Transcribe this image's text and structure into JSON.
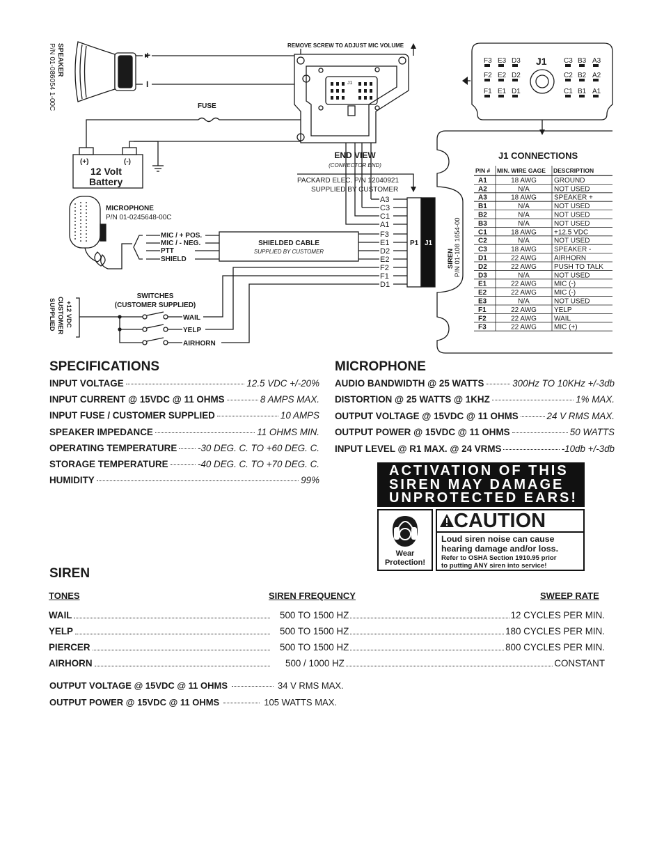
{
  "diagram": {
    "speaker_label": "SPEAKER",
    "speaker_pn": "P/N 01-086054 1-00C",
    "plus": "+",
    "minus": "I",
    "fuse": "FUSE",
    "battery_pos": "(+)",
    "battery_neg": "(-)",
    "battery_line1": "12 Volt",
    "battery_line2": "Battery",
    "mic_label": "MICROPHONE",
    "mic_pn": "P/N 01-0245648-00C",
    "mic_wires": [
      "MIC / + POS.",
      "MIC / - NEG.",
      "PTT",
      "SHIELD"
    ],
    "shielded_cable": "SHIELDED CABLE",
    "shielded_sub": "SUPPLIED BY CUSTOMER",
    "switches_line1": "SWITCHES",
    "switches_line2": "(CUSTOMER SUPPLIED)",
    "supply_line1": "+12 VDC",
    "supply_line2": "CUSTOMER",
    "supply_line3": "SUPPLIED",
    "switch_labels": [
      "WAIL",
      "YELP",
      "AIRHORN"
    ],
    "remove_screw": "REMOVE SCREW TO ADJUST MIC VOLUME",
    "mini_j1": "J1",
    "end_view": "END VIEW",
    "end_view_sub": "(CONNECTOR END)",
    "packard_line1": "PACKARD ELEC. P/N 12040921",
    "packard_line2": "SUPPLIED BY CUSTOMER",
    "pins": [
      "A3",
      "C3",
      "C1",
      "A1",
      "F3",
      "E1",
      "D2",
      "E2",
      "F2",
      "F1",
      "D1"
    ],
    "p1": "P1",
    "j1": "J1",
    "siren_label": "SIREN",
    "siren_pn": "P/N 01-108 1654-00",
    "connector_j1": "J1",
    "conn_rows": [
      [
        "F3",
        "E3",
        "D3",
        "C3",
        "B3",
        "A3"
      ],
      [
        "F2",
        "E2",
        "D2",
        "C2",
        "B2",
        "A2"
      ],
      [
        "F1",
        "E1",
        "D1",
        "C1",
        "B1",
        "A1"
      ]
    ],
    "j1_connections_title": "J1 CONNECTIONS",
    "j1_table_headers": [
      "PIN #",
      "MIN. WIRE GAGE",
      "DESCRIPTION"
    ],
    "j1_table": [
      [
        "A1",
        "18 AWG",
        "GROUND"
      ],
      [
        "A2",
        "N/A",
        "NOT USED"
      ],
      [
        "A3",
        "18 AWG",
        "SPEAKER +"
      ],
      [
        "B1",
        "N/A",
        "NOT USED"
      ],
      [
        "B2",
        "N/A",
        "NOT USED"
      ],
      [
        "B3",
        "N/A",
        "NOT USED"
      ],
      [
        "C1",
        "18 AWG",
        "+12.5 VDC"
      ],
      [
        "C2",
        "N/A",
        "NOT USED"
      ],
      [
        "C3",
        "18 AWG",
        "SPEAKER -"
      ],
      [
        "D1",
        "22 AWG",
        "AIRHORN"
      ],
      [
        "D2",
        "22 AWG",
        "PUSH TO TALK"
      ],
      [
        "D3",
        "N/A",
        "NOT USED"
      ],
      [
        "E1",
        "22 AWG",
        "MIC (-)"
      ],
      [
        "E2",
        "22 AWG",
        "MIC (-)"
      ],
      [
        "E3",
        "N/A",
        "NOT USED"
      ],
      [
        "F1",
        "22 AWG",
        "YELP"
      ],
      [
        "F2",
        "22 AWG",
        "WAIL"
      ],
      [
        "F3",
        "22 AWG",
        "MIC (+)"
      ]
    ]
  },
  "specifications": {
    "title": "SPECIFICATIONS",
    "rows": [
      {
        "label": "INPUT VOLTAGE",
        "value": "12.5 VDC +/-20%"
      },
      {
        "label": "INPUT CURRENT @ 15VDC @ 11 OHMS",
        "value": "8 AMPS MAX."
      },
      {
        "label": "INPUT FUSE / CUSTOMER SUPPLIED",
        "value": "10 AMPS"
      },
      {
        "label": "SPEAKER IMPEDANCE",
        "value": "11 OHMS MIN."
      },
      {
        "label": "OPERATING TEMPERATURE",
        "value": "-30 DEG. C. TO +60 DEG. C."
      },
      {
        "label": "STORAGE TEMPERATURE",
        "value": "-40 DEG. C. TO +70 DEG. C."
      },
      {
        "label": "HUMIDITY",
        "value": "99%"
      }
    ]
  },
  "microphone": {
    "title": "MICROPHONE",
    "rows": [
      {
        "label": "AUDIO BANDWIDTH @ 25 WATTS",
        "value": "300Hz TO 10KHz +/-3db"
      },
      {
        "label": "DISTORTION @ 25 WATTS @ 1KHZ",
        "value": "1% MAX."
      },
      {
        "label": "OUTPUT VOLTAGE @ 15VDC @ 11 OHMS",
        "value": "24 V RMS MAX."
      },
      {
        "label": "OUTPUT POWER @ 15VDC @ 11 OHMS",
        "value": "50 WATTS"
      },
      {
        "label": "INPUT LEVEL @ R1 MAX. @ 24 VRMS",
        "value": "-10db +/-3db"
      }
    ]
  },
  "warning": {
    "banner": [
      "ACTIVATION OF THIS",
      "SIREN MAY DAMAGE",
      "UNPROTECTED EARS!"
    ],
    "wear_line1": "Wear",
    "wear_line2": "Protection!",
    "caution": "CAUTION",
    "line1": "Loud siren noise can cause",
    "line2": "hearing damage and/or loss.",
    "line3": "Refer to OSHA Section 1910.95 prior",
    "line4": "to putting ANY siren into service!"
  },
  "siren": {
    "title": "SIREN",
    "headers": {
      "tones": "TONES",
      "frequency": "SIREN FREQUENCY",
      "sweep": "SWEEP RATE"
    },
    "tones": [
      {
        "tone": "WAIL",
        "freq": "500 TO 1500 HZ",
        "sweep": "12 CYCLES PER MIN."
      },
      {
        "tone": "YELP",
        "freq": "500 TO 1500 HZ",
        "sweep": "180 CYCLES PER MIN."
      },
      {
        "tone": "PIERCER",
        "freq": "500 TO 1500 HZ",
        "sweep": "800 CYCLES PER MIN."
      },
      {
        "tone": "AIRHORN",
        "freq": "500 / 1000 HZ",
        "sweep": "CONSTANT"
      }
    ],
    "output_voltage": {
      "label": "OUTPUT VOLTAGE @ 15VDC @ 11 OHMS",
      "value": "34 V RMS MAX."
    },
    "output_power": {
      "label": "OUTPUT POWER @ 15VDC @ 11 OHMS",
      "value": "105 WATTS MAX."
    }
  }
}
